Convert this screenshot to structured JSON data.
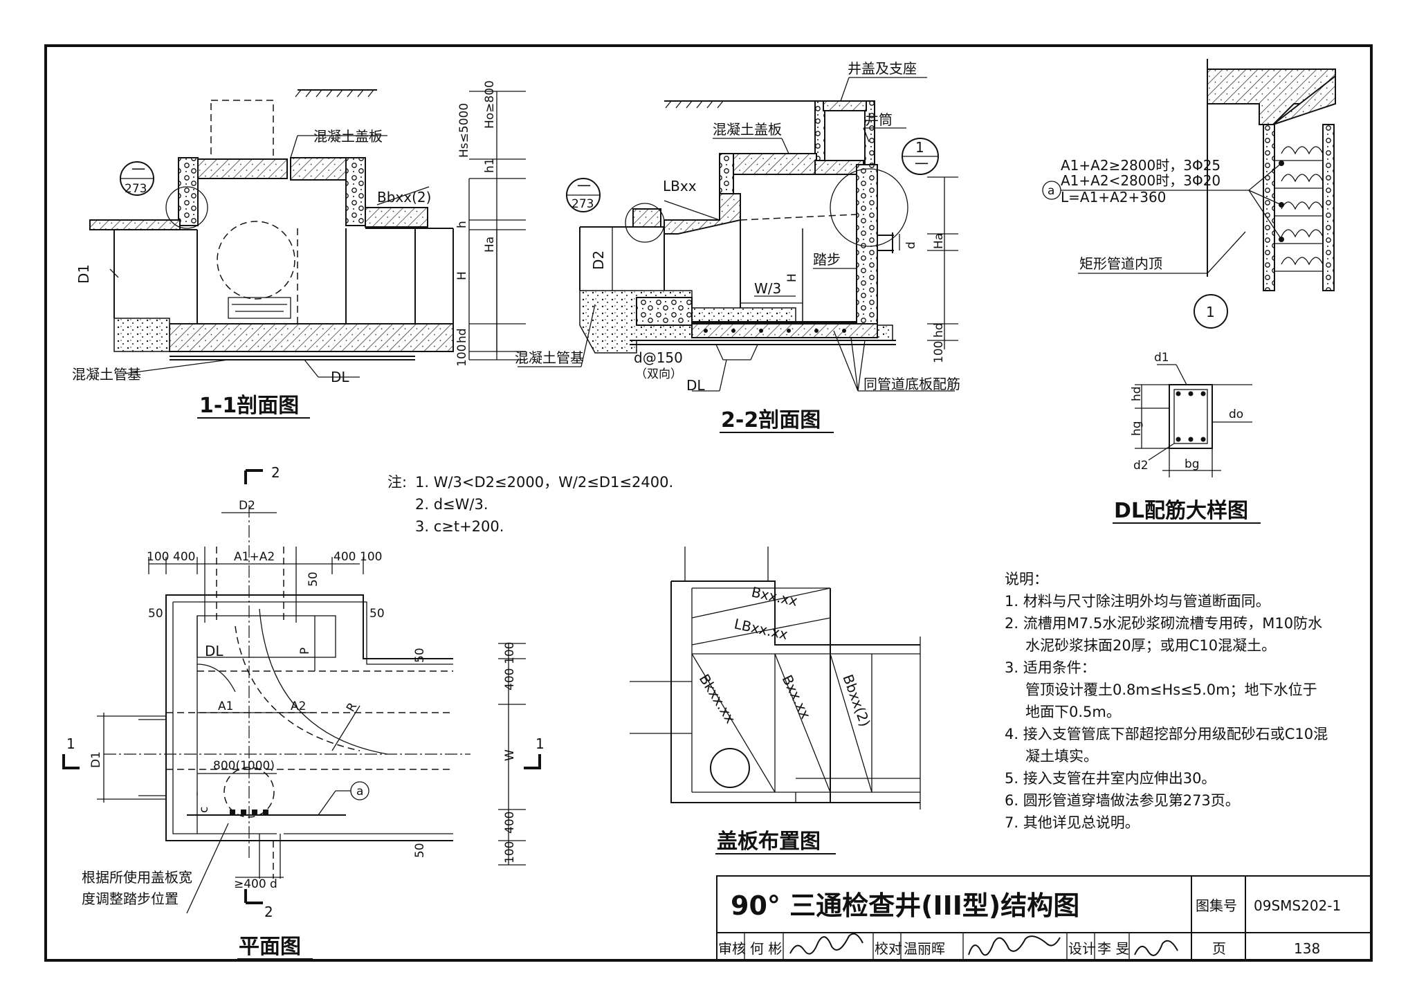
{
  "drawing": {
    "sheet_title": "90° 三通检查井(III型)结构图",
    "atlas_label": "图集号",
    "atlas_no": "09SMS202-1",
    "page_label": "页",
    "page_no": "138",
    "review_label": "审核",
    "reviewer": "何 彬",
    "check_label": "校对",
    "checker": "温丽晖",
    "design_label": "设计",
    "designer": "李 旻"
  },
  "views": {
    "section11": {
      "title": "1-1剖面图",
      "cover_slab": "混凝土盖板",
      "beam": "Bbxx(2)",
      "pipe_base": "混凝土管基",
      "dl": "DL",
      "ref_top": "一",
      "ref_bottom": "273",
      "d1": "D1",
      "hs": "Hs≤5000",
      "ho": "Ho≥800",
      "h1": "h1",
      "h": "h",
      "H": "H",
      "ha": "Ha",
      "hd": "hd",
      "d100": "100"
    },
    "section22": {
      "title": "2-2剖面图",
      "cover_frame": "井盖及支座",
      "shaft": "井筒",
      "cover_slab": "混凝土盖板",
      "lb": "LBxx",
      "ref_top": "一",
      "ref_bottom": "273",
      "detail_top": "1",
      "detail_bottom": "一",
      "d2": "D2",
      "step": "踏步",
      "w3": "W/3",
      "H": "H",
      "d": "d",
      "ha": "Ha",
      "hd": "hd",
      "d100": "100",
      "pipe_base": "混凝土管基",
      "rebar": "d@150",
      "rebar_note": "（双向）",
      "dl": "DL",
      "bottom_rebar": "同管道底板配筋"
    },
    "detail1": {
      "line1": "A1+A2≥2800时，3Φ25",
      "line2": "A1+A2<2800时，3Φ20",
      "line3": "L=A1+A2+360",
      "marker": "a",
      "pipe_top": "矩形管道内顶",
      "number": "1"
    },
    "dl_detail": {
      "title": "DL配筋大样图",
      "d1": "d1",
      "hd": "hd",
      "hg": "hg",
      "d0": "do",
      "d2": "d2",
      "bg": "bg"
    },
    "notes_top": {
      "prefix": "注:",
      "n1": "1. W/3<D2≤2000，W/2≤D1≤2400.",
      "n2": "2. d≤W/3.",
      "n3": "3. c≥t+200."
    },
    "plan": {
      "title": "平面图",
      "sec2": "2",
      "sec1": "1",
      "d2": "D2",
      "a1a2": "A1+A2",
      "d100": "100",
      "d400": "400",
      "d50": "50",
      "dl": "DL",
      "p": "P",
      "a1": "A1",
      "a2": "A2",
      "r": "R",
      "d1": "D1",
      "w": "W",
      "dim800": "800(1000)",
      "c": "c",
      "marker_a": "a",
      "ge400": "≥400",
      "d": "d",
      "callout1": "根据所使用盖板宽",
      "callout2": "度调整踏步位置"
    },
    "cover_layout": {
      "title": "盖板布置图",
      "b1": "Bxx.xx",
      "lb": "LBxx.xx",
      "b2": "Bkxx.xx",
      "b3": "Bxx.xx",
      "b4": "Bbxx(2)"
    }
  },
  "explanation": {
    "heading": "说明：",
    "items": [
      "1. 材料与尺寸除注明外均与管道断面同。",
      "2. 流槽用M7.5水泥砂浆砌流槽专用砖，M10防水",
      "水泥砂浆抹面20厚；或用C10混凝土。",
      "3. 适用条件：",
      "管顶设计覆土0.8m≤Hs≤5.0m；地下水位于",
      "地面下0.5m。",
      "4. 接入支管管底下部超挖部分用级配砂石或C10混",
      "凝土填实。",
      "5. 接入支管在井室内应伸出30。",
      "6. 圆形管道穿墙做法参见第273页。",
      "7. 其他详见总说明。"
    ]
  }
}
